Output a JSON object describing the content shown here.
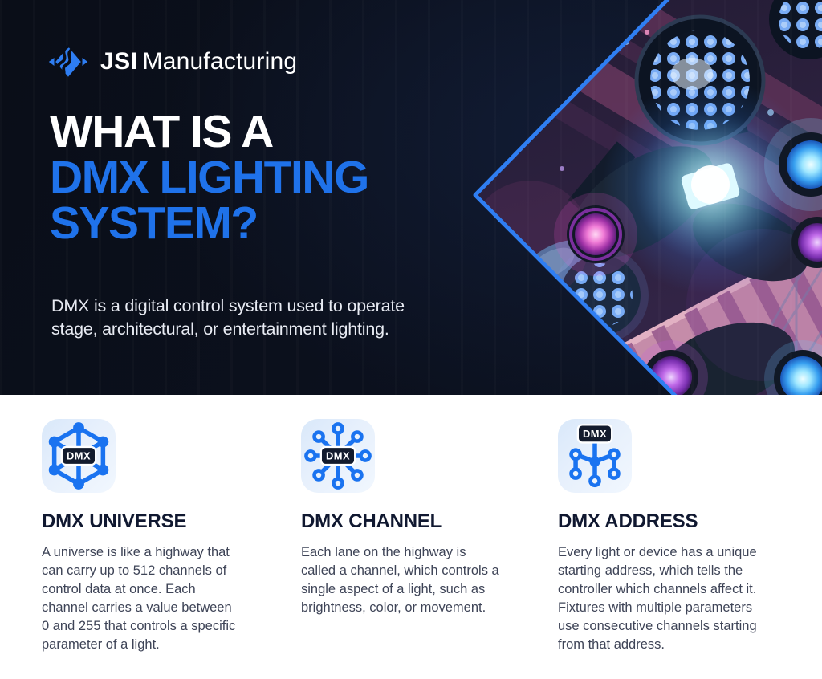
{
  "brand": {
    "logo_icon": "jsi-logo-mark",
    "name_bold": "JSI",
    "name_regular": "Manufacturing"
  },
  "hero": {
    "title_line1": "WHAT IS A",
    "title_line2": "DMX LIGHTING",
    "title_line3": "SYSTEM?",
    "subtitle": "DMX is a digital control system used to operate stage, architectural, or entertainment lighting.",
    "photo": "stage-lighting-fixtures-photo"
  },
  "colors": {
    "accent_blue": "#1f72ea",
    "hero_background": "#0a0e18",
    "heading_navy": "#101830",
    "body_text": "#3e4457",
    "icon_blue": "#1a73f0",
    "tile_background": "#e3eefb",
    "photo_border_blue": "#2f7ef2",
    "divider_gray": "#e3e4e8"
  },
  "cards": [
    {
      "icon": "dmx-universe-hexagon-network-icon",
      "badge": "DMX",
      "title": "DMX UNIVERSE",
      "body": "A universe is like a highway that can carry up to 512 channels of control data at once. Each channel carries a value between 0 and 255 that controls a specific parameter of a light."
    },
    {
      "icon": "dmx-channel-hub-spokes-icon",
      "badge": "DMX",
      "title": "DMX CHANNEL",
      "body": "Each lane on the highway is called a channel, which controls a single aspect of a light, such as brightness, color, or movement."
    },
    {
      "icon": "dmx-address-node-tree-icon",
      "badge": "DMX",
      "title": "DMX ADDRESS",
      "body": "Every light or device has a unique starting address, which tells the controller which channels affect it. Fixtures with multiple parameters use consecutive channels starting from that address."
    }
  ]
}
